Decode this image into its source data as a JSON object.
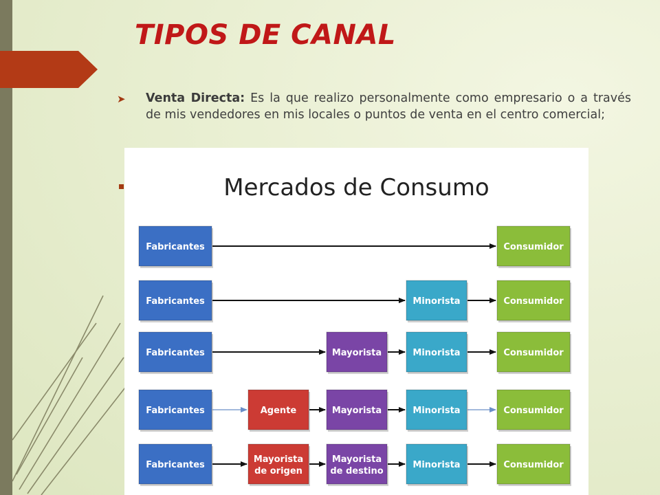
{
  "slide": {
    "title": "TIPOS DE CANAL",
    "paragraph_term": "Venta Directa:",
    "paragraph_text": " Es la que realizo personalmente como empresario o a través de mis vendedores en mis locales o puntos de venta en el centro comercial;",
    "accent_red": "#c01818",
    "tab_color": "#b33a16"
  },
  "diagram": {
    "title": "Mercados de Consumo",
    "colors": {
      "Fabricantes": "#3b6fc4",
      "Agente": "#cc3b34",
      "Mayorista de origen": "#cc3b34",
      "Mayorista": "#7a45a6",
      "Mayorista de destino": "#7a45a6",
      "Minorista": "#3aa8c9",
      "Consumidor": "#8bbd3a"
    },
    "rows": [
      [
        "Fabricantes",
        "Consumidor"
      ],
      [
        "Fabricantes",
        "Minorista",
        "Consumidor"
      ],
      [
        "Fabricantes",
        "Mayorista",
        "Minorista",
        "Consumidor"
      ],
      [
        "Fabricantes",
        "Agente",
        "Mayorista",
        "Minorista",
        "Consumidor"
      ],
      [
        "Fabricantes",
        "Mayorista de origen",
        "Mayorista de destino",
        "Minorista",
        "Consumidor"
      ]
    ],
    "labels": {
      "Fabricantes": [
        "Fabricantes"
      ],
      "Agente": [
        "Agente"
      ],
      "Mayorista": [
        "Mayorista"
      ],
      "Mayorista de origen": [
        "Mayorista",
        "de origen"
      ],
      "Mayorista de destino": [
        "Mayorista",
        "de destino"
      ],
      "Minorista": [
        "Minorista"
      ],
      "Consumidor": [
        "Consumidor"
      ]
    }
  }
}
